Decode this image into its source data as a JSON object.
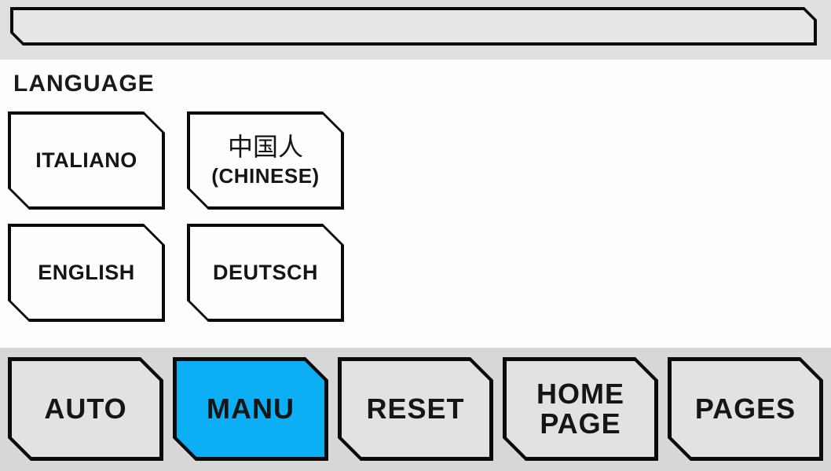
{
  "page": {
    "title": "LANGUAGE"
  },
  "top_bar": {
    "value": ""
  },
  "language_buttons": [
    {
      "id": "italiano",
      "lines": [
        "ITALIANO"
      ]
    },
    {
      "id": "chinese",
      "lines": [
        "中国人",
        "(CHINESE)"
      ]
    },
    {
      "id": "english",
      "lines": [
        "ENGLISH"
      ]
    },
    {
      "id": "deutsch",
      "lines": [
        "DEUTSCH"
      ]
    }
  ],
  "nav_buttons": [
    {
      "id": "auto",
      "lines": [
        "AUTO"
      ],
      "active": false
    },
    {
      "id": "manu",
      "lines": [
        "MANU"
      ],
      "active": true
    },
    {
      "id": "reset",
      "lines": [
        "RESET"
      ],
      "active": false
    },
    {
      "id": "home-page",
      "lines": [
        "HOME",
        "PAGE"
      ],
      "active": false
    },
    {
      "id": "pages",
      "lines": [
        "PAGES"
      ],
      "active": false
    }
  ],
  "colors": {
    "active": "#0caef4",
    "nav_button_fill": "#e2e2e2",
    "nav_bar_bg": "#d7d7d7",
    "top_strip_bg": "#e0e0e0",
    "top_bar_fill": "#e7e7e7",
    "border": "#0a0a0a",
    "text": "#151515"
  }
}
